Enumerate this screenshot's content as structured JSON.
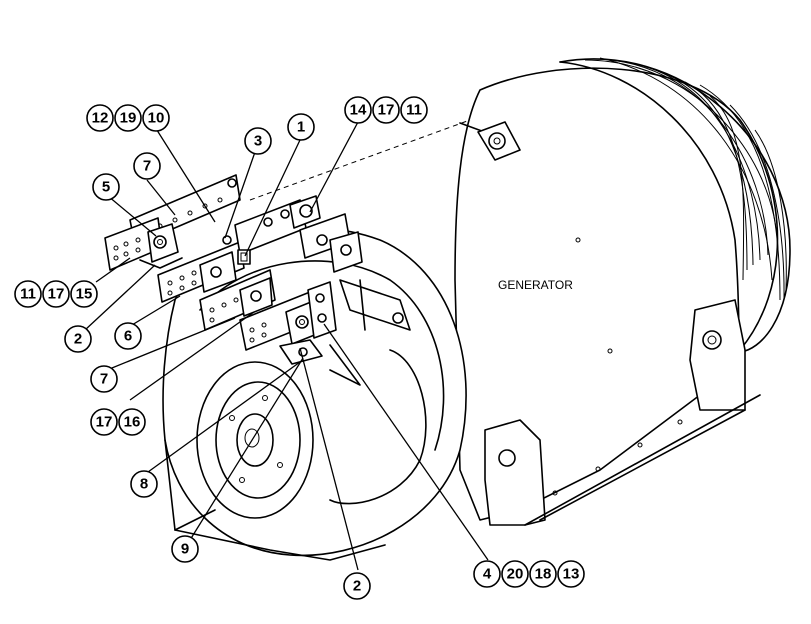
{
  "generator_label": "GENERATOR",
  "callouts": {
    "c_12": "12",
    "c_19": "19",
    "c_10": "10",
    "c_3": "3",
    "c_1": "1",
    "c_14": "14",
    "c_17a": "17",
    "c_11a": "11",
    "c_7a": "7",
    "c_5": "5",
    "c_11b": "11",
    "c_17b": "17",
    "c_15": "15",
    "c_2a": "2",
    "c_6": "6",
    "c_7b": "7",
    "c_17c": "17",
    "c_16": "16",
    "c_8": "8",
    "c_9": "9",
    "c_2b": "2",
    "c_4": "4",
    "c_20": "20",
    "c_18": "18",
    "c_13": "13"
  }
}
